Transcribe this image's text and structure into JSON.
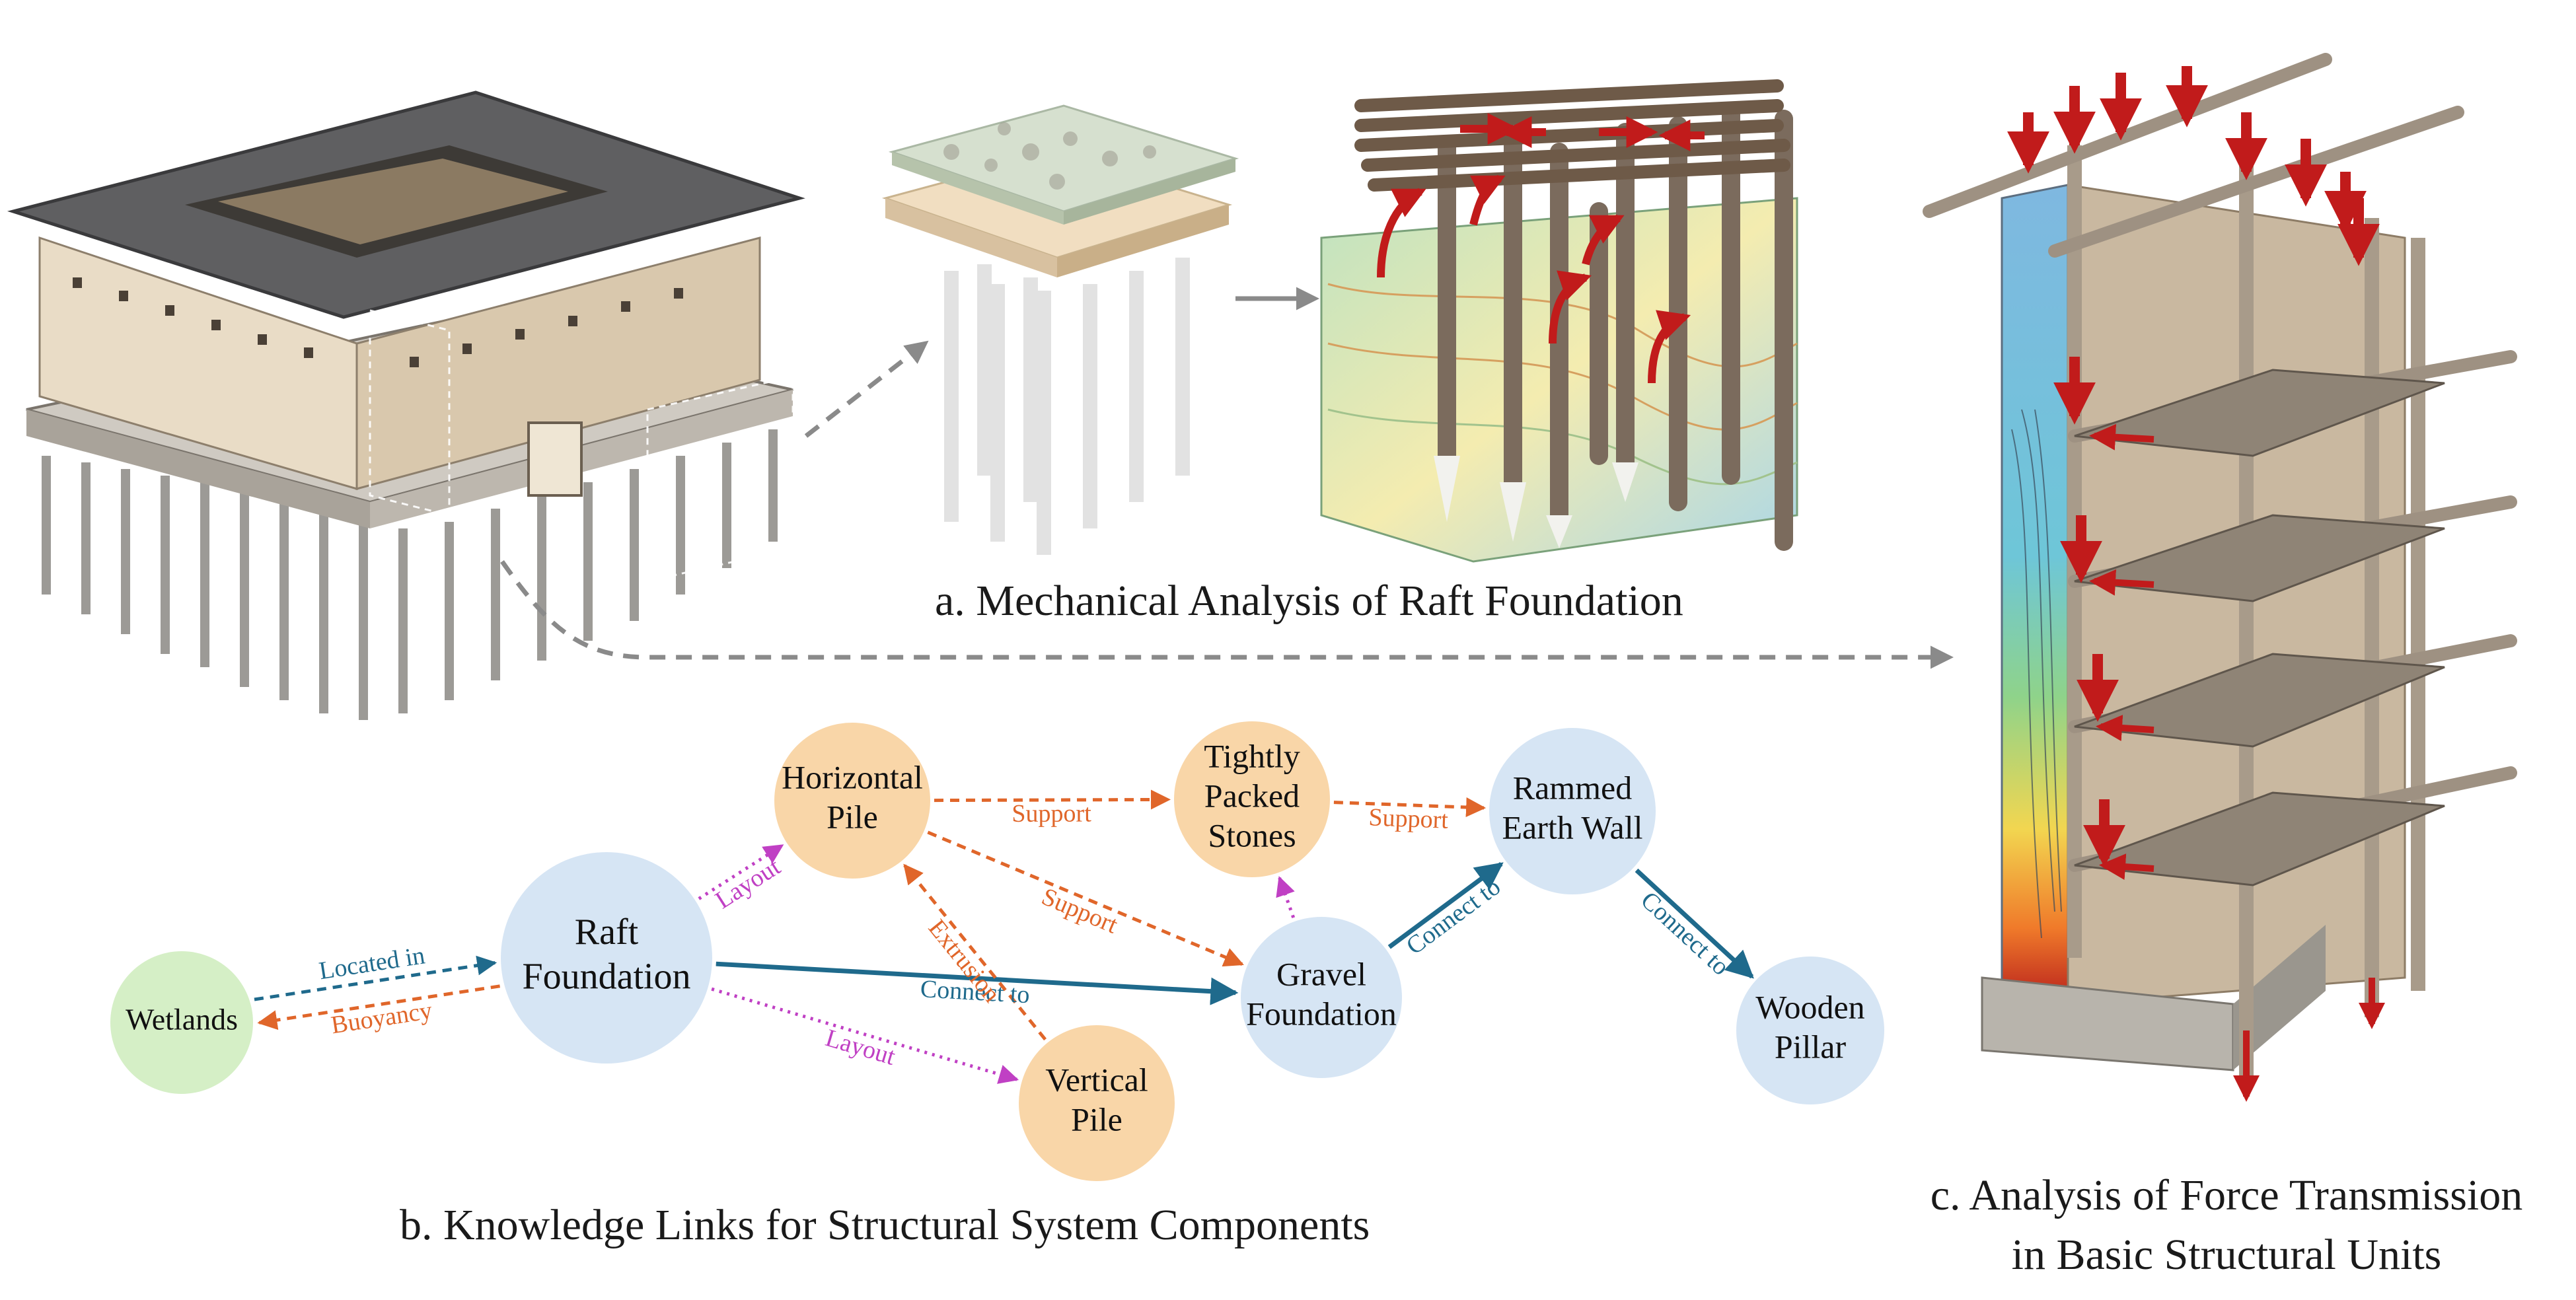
{
  "captions": {
    "a": "a. Mechanical Analysis of Raft Foundation",
    "b": "b. Knowledge Links for Structural System Components",
    "c_line1": "c. Analysis of Force Transmission",
    "c_line2": "in Basic Structural Units"
  },
  "graph": {
    "nodes": [
      {
        "id": "wetlands",
        "lines": [
          "Wetlands"
        ],
        "kind": "green"
      },
      {
        "id": "raft",
        "lines": [
          "Raft",
          "Foundation"
        ],
        "kind": "blue"
      },
      {
        "id": "hpile",
        "lines": [
          "Horizontal",
          "Pile"
        ],
        "kind": "orange"
      },
      {
        "id": "vpile",
        "lines": [
          "Vertical",
          "Pile"
        ],
        "kind": "orange"
      },
      {
        "id": "stones",
        "lines": [
          "Tightly",
          "Packed",
          "Stones"
        ],
        "kind": "orange"
      },
      {
        "id": "gravel",
        "lines": [
          "Gravel",
          "Foundation"
        ],
        "kind": "blue"
      },
      {
        "id": "wall",
        "lines": [
          "Rammed",
          "Earth Wall"
        ],
        "kind": "blue"
      },
      {
        "id": "pillar",
        "lines": [
          "Wooden",
          "Pillar"
        ],
        "kind": "blue"
      }
    ],
    "edges": [
      {
        "from": "raft",
        "to": "wetlands",
        "label": "Buoyancy",
        "style": "orange"
      },
      {
        "from": "wetlands",
        "to": "raft",
        "label": "Located in",
        "style": "teal"
      },
      {
        "from": "raft",
        "to": "hpile",
        "label": "Layout",
        "style": "magenta"
      },
      {
        "from": "raft",
        "to": "vpile",
        "label": "Layout",
        "style": "magenta"
      },
      {
        "from": "raft",
        "to": "gravel",
        "label": "Connect to",
        "style": "teal-solid"
      },
      {
        "from": "hpile",
        "to": "stones",
        "label": "Support",
        "style": "orange"
      },
      {
        "from": "hpile",
        "to": "gravel",
        "label": "Support",
        "style": "orange"
      },
      {
        "from": "vpile",
        "to": "hpile",
        "label": "Extrusion",
        "style": "orange"
      },
      {
        "from": "stones",
        "to": "wall",
        "label": "Support",
        "style": "orange"
      },
      {
        "from": "gravel",
        "to": "stones",
        "label": "",
        "style": "magenta"
      },
      {
        "from": "gravel",
        "to": "wall",
        "label": "Connect to",
        "style": "teal-solid"
      },
      {
        "from": "wall",
        "to": "pillar",
        "label": "Connect to",
        "style": "teal-solid"
      }
    ]
  },
  "colors": {
    "node_blue": "#d6e5f4",
    "node_orange": "#f9d6a8",
    "node_green": "#d5efc6",
    "edge_orange": "#e0662a",
    "edge_teal": "#1f6a8c",
    "edge_magenta": "#c040c4",
    "force_red": "#c11b1b",
    "dashed_gray": "#8a8a8a"
  }
}
